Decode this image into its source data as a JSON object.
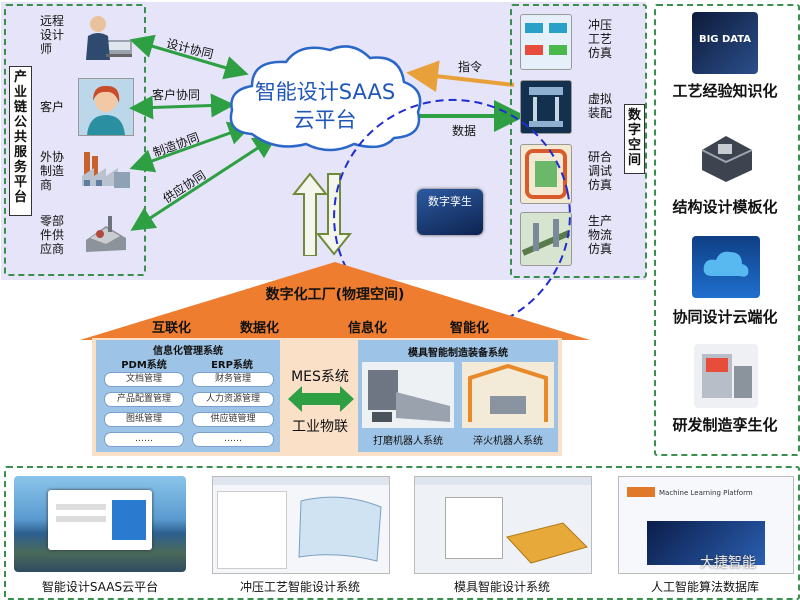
{
  "left_panel": {
    "side_label": "产业链公共服务平台",
    "actors": [
      {
        "label": "远程\n设计\n师",
        "icon": "designer-icon"
      },
      {
        "label": "客户",
        "icon": "customer-icon"
      },
      {
        "label": "外协\n制造\n商",
        "icon": "factory-icon"
      },
      {
        "label": "零部\n件供\n应商",
        "icon": "parts-supplier-icon"
      }
    ],
    "links": [
      "设计协同",
      "客户协同",
      "制造协同",
      "供应协同"
    ]
  },
  "cloud": {
    "line1": "智能设计SAAS",
    "line2": "云平台"
  },
  "right_panel": {
    "side_label": "数字空间",
    "modules": [
      {
        "label": "冲压\n工艺\n仿真"
      },
      {
        "label": "虚拟\n装配"
      },
      {
        "label": "研合\n调试\n仿真"
      },
      {
        "label": "生产\n物流\n仿真"
      }
    ],
    "command_label": "指令",
    "data_label": "数据"
  },
  "digital_twin_label": "数字孪生",
  "factory": {
    "title": "数字化工厂(物理空间)",
    "pillars": [
      "互联化",
      "数据化",
      "信息化",
      "智能化"
    ],
    "info_system": {
      "title": "信息化管理系统",
      "pdm": {
        "title": "PDM系统",
        "items": [
          "文档管理",
          "产品配置管理",
          "图纸管理",
          "……"
        ]
      },
      "erp": {
        "title": "ERP系统",
        "items": [
          "财务管理",
          "人力资源管理",
          "供应链管理",
          "……"
        ]
      }
    },
    "mes_label": "MES系统",
    "iot_label": "工业物联",
    "equipment": {
      "title": "模具智能制造装备系统",
      "robots": [
        "打磨机器人系统",
        "淬火机器人系统"
      ]
    }
  },
  "right_sidebar": {
    "items": [
      {
        "label": "工艺经验知识化",
        "icon": "big-data-icon",
        "badge": "BIG DATA"
      },
      {
        "label": "结构设计模板化",
        "icon": "mold-structure-icon"
      },
      {
        "label": "协同设计云端化",
        "icon": "cloud-collab-icon"
      },
      {
        "label": "研发制造孪生化",
        "icon": "twin-machine-icon"
      }
    ]
  },
  "bottom_products": [
    {
      "label": "智能设计SAAS云平台"
    },
    {
      "label": "冲压工艺智能设计系统"
    },
    {
      "label": "模具智能设计系统"
    },
    {
      "label": "人工智能算法数据库",
      "site_title": "Machine Learning Platform"
    }
  ],
  "watermark": "大捷智能",
  "colors": {
    "panel_bg": "#e6e4f8",
    "green_arrow": "#2ea043",
    "orange_arrow": "#e8a13a",
    "roof": "#ee7d2f",
    "pillar_bar": "#f39a55",
    "info_panel": "#9dc3e6",
    "dashed_green": "#3a8f4e",
    "loop_blue": "#1f2ccf"
  }
}
